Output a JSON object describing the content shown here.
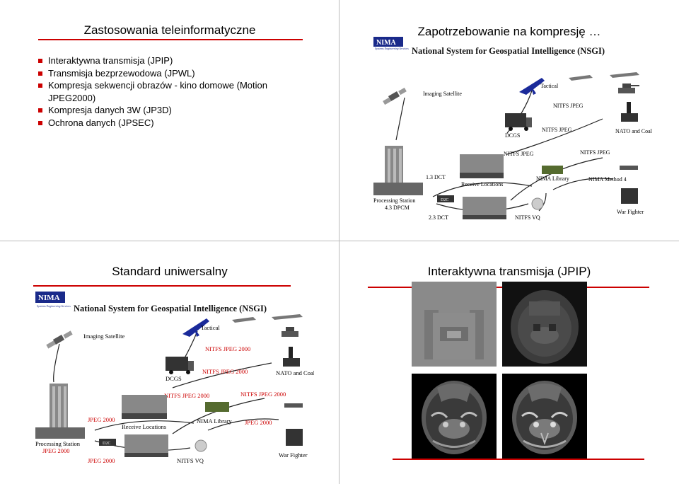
{
  "slides": {
    "top_left": {
      "title": "Zastosowania teleinformatyczne",
      "bullets": [
        "Interaktywna transmisja (JPIP)",
        "Transmisja bezprzewodowa (JPWL)",
        "Kompresja sekwencji obrazów - kino domowe (Motion JPEG2000)",
        "Kompresja danych 3W (JP3D)",
        "Ochrona danych (JPSEC)"
      ]
    },
    "top_right": {
      "title": "Zapotrzebowanie na kompresję …",
      "diagram": {
        "logo": "NIMA",
        "logo_sub": "Systems Engineering Services",
        "heading": "National System for Geospatial Intelligence (NSGI)",
        "labels": {
          "satellite": "Imaging Satellite",
          "tactical": "Tactical",
          "dcgs": "DCGS",
          "nitfs1": "NITFS JPEG",
          "nitfs2": "NITFS JPEG",
          "nitfs3": "NITFS JPEG",
          "nitfs4": "NITFS JPEG",
          "nato": "NATO and Coalition",
          "dct13": "1.3 DCT",
          "receive": "Receive Locations",
          "library": "NIMA Library",
          "method": "NIMA Method 4",
          "processing": "Processing Station",
          "dpcm": "4.3 DPCM",
          "dct23": "2.3 DCT",
          "nitfs_vq": "NITFS VQ",
          "war": "War Fighter",
          "d2c": "D2C"
        }
      }
    },
    "bottom_left": {
      "title": "Standard uniwersalny",
      "diagram": {
        "logo": "NIMA",
        "logo_sub": "Systems Engineering Services",
        "heading": "National System for Geospatial Intelligence (NSGI)",
        "labels": {
          "satellite": "Imaging Satellite",
          "tactical": "Tactical",
          "dcgs": "DCGS",
          "nitfs1": "NITFS JPEG 2000",
          "nitfs2": "NITFS JPEG 2000",
          "nitfs3": "NITFS JPEG 2000",
          "nitfs4": "NITFS JPEG 2000",
          "nato": "NATO and Coalition",
          "jp2a": "JPEG 2000",
          "receive": "Receive Locations",
          "library": "NIMA Library",
          "jp2b": "JPEG 2000",
          "processing": "Processing Station",
          "jp2c": "JPEG 2000",
          "jp2d": "JPEG 2000",
          "nitfs_vq": "NITFS VQ",
          "war": "War Fighter",
          "d2c": "D2C"
        }
      }
    },
    "bottom_right": {
      "title": "Interaktywna transmisja (JPIP)"
    }
  },
  "colors": {
    "accent": "#cc0000",
    "divider": "#bbbbbb",
    "jpeg2000_red": "#cc0000"
  }
}
